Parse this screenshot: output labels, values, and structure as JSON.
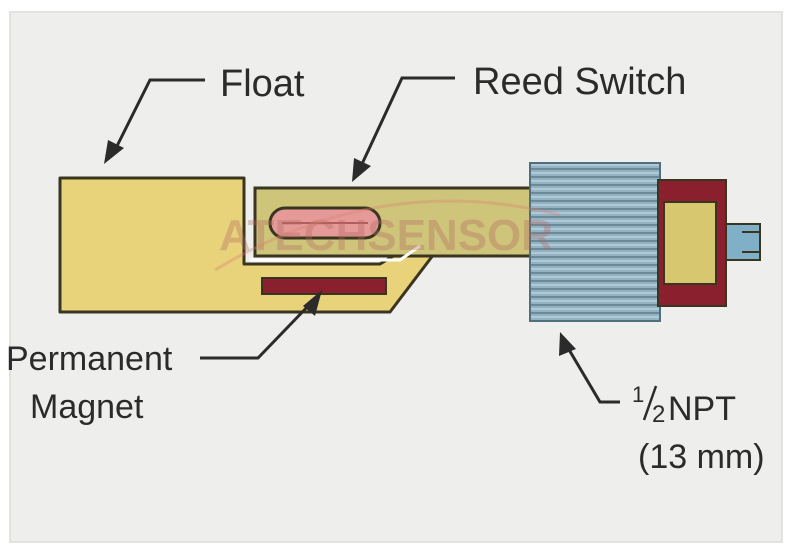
{
  "labels": {
    "float": "Float",
    "reed_switch": "Reed Switch",
    "magnet_line1": "Permanent",
    "magnet_line2": "Magnet",
    "npt_fraction_num": "1",
    "npt_fraction_den": "2",
    "npt_text": " NPT",
    "npt_metric": "(13 mm)"
  },
  "watermark": "ATECHSENSOR",
  "colors": {
    "background": "#eeeeec",
    "float_fill": "#e8d27a",
    "float_stroke": "#3a3520",
    "reed_tube": "#cfc57a",
    "reed_capsule": "#e59a98",
    "magnet": "#8a1f2e",
    "thread": "#8fb0c0",
    "cap": "#8a1f2e",
    "wire": "#7fb0c8"
  }
}
